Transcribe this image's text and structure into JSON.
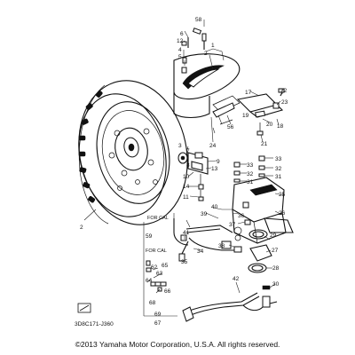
{
  "callouts": {
    "c58": "58",
    "c1": "1",
    "c2a": "2",
    "c6": "6",
    "c12": "12",
    "c4": "4",
    "c5": "5",
    "c3": "3",
    "c17": "17",
    "c22": "22",
    "c23": "23",
    "c19": "19",
    "c20": "20",
    "c18": "18",
    "c21": "21",
    "c56": "56",
    "c24": "24",
    "c7": "7",
    "c8": "8",
    "c9": "9",
    "c10": "10",
    "c13": "13",
    "c14": "14",
    "c11": "11",
    "c33a": "33",
    "c32a": "32",
    "c31a": "31",
    "c33b": "33",
    "c32b": "32",
    "c31b": "31",
    "c25": "25",
    "c26": "26",
    "c40": "40",
    "c39": "39",
    "c36": "36",
    "c37": "37",
    "c41": "41",
    "c29": "29",
    "c38": "38",
    "c34": "34",
    "c35": "35",
    "c27": "27",
    "c28": "28",
    "c2b": "2",
    "c59": "59",
    "c65": "65",
    "c62": "62",
    "c63": "63",
    "c64": "64",
    "c66": "66",
    "c42": "42",
    "c30": "30",
    "c68": "68",
    "c69": "69",
    "c67": "67"
  },
  "notes": {
    "for_cal_1": "FOR CAL",
    "for_cal_2": "FOR CAL"
  },
  "diagram_ref": "3D8C171-J360",
  "copyright": "©2013 Yamaha Motor Corporation, U.S.A. All rights reserved."
}
